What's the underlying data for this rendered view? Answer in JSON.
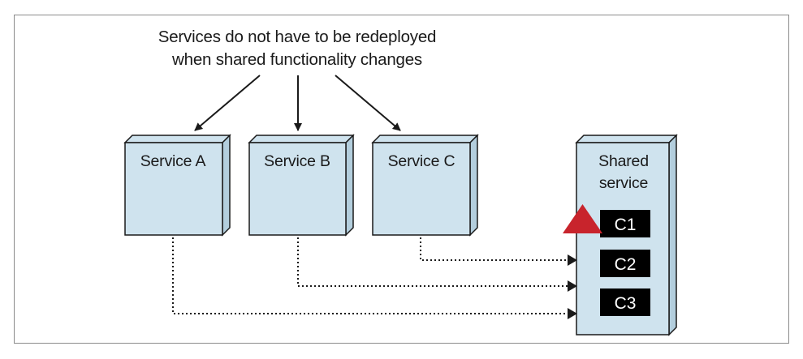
{
  "caption": {
    "line1": "Services do not have to be redeployed",
    "line2": "when shared functionality changes"
  },
  "services": [
    {
      "label": "Service A"
    },
    {
      "label": "Service B"
    },
    {
      "label": "Service C"
    }
  ],
  "shared_service": {
    "label_line1": "Shared",
    "label_line2": "service",
    "components": [
      {
        "label": "C1",
        "changed": true
      },
      {
        "label": "C2",
        "changed": false
      },
      {
        "label": "C3",
        "changed": false
      }
    ]
  },
  "colors": {
    "box_fill": "#cfe3ee",
    "box_side": "#b3cedd",
    "stroke": "#1a1a1a",
    "component_fill": "#000000",
    "change_marker": "#c8242c"
  }
}
